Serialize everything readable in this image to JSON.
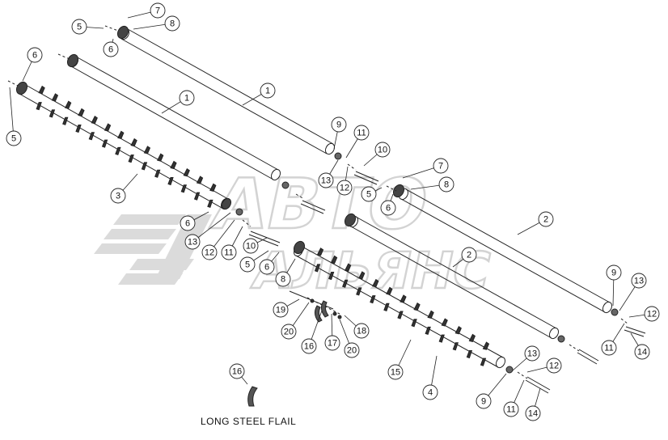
{
  "watermark": {
    "line1": "АВТО",
    "line2": "АЛЬЯНС",
    "color": "#d4d4d4"
  },
  "caption": "LONG STEEL FLAIL",
  "colors": {
    "line": "#222222",
    "hub": "#333333",
    "paper": "#ffffff"
  },
  "callouts": [
    "1",
    "1",
    "2",
    "2",
    "3",
    "4",
    "5",
    "5",
    "5",
    "5",
    "6",
    "6",
    "6",
    "6",
    "6",
    "7",
    "7",
    "8",
    "8",
    "8",
    "9",
    "9",
    "9",
    "10",
    "10",
    "11",
    "11",
    "11",
    "11",
    "12",
    "12",
    "12",
    "12",
    "13",
    "13",
    "13",
    "13",
    "14",
    "14",
    "15",
    "16",
    "16",
    "17",
    "18",
    "19",
    "20",
    "20"
  ]
}
